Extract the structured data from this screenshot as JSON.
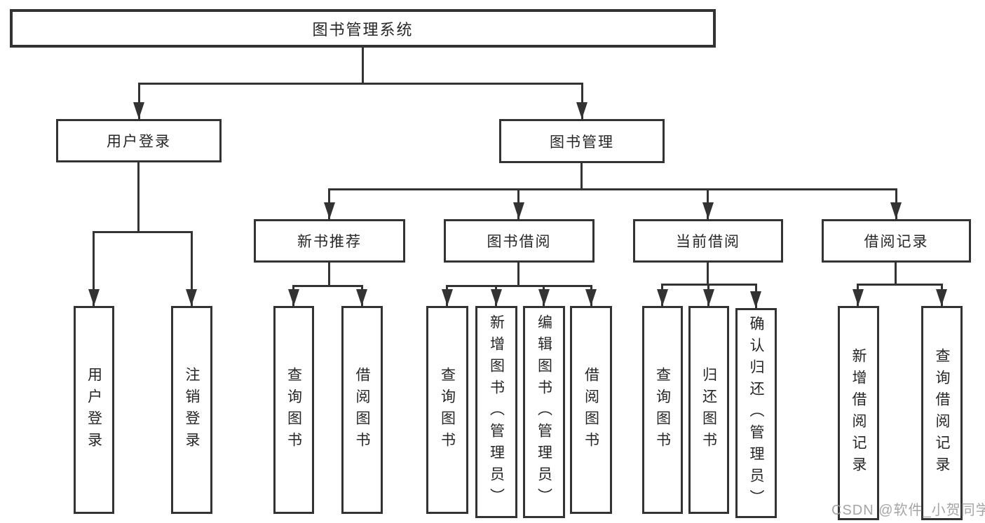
{
  "title": "图书管理系统",
  "watermark": "CSDN @软件_小贺同学",
  "colors": {
    "line": "#333333",
    "text": "#262626",
    "watermark": "#9b9b9b",
    "background": "#ffffff"
  },
  "level2": [
    {
      "label": "用户登录"
    },
    {
      "label": "图书管理"
    }
  ],
  "level3": [
    {
      "label": "新书推荐"
    },
    {
      "label": "图书借阅"
    },
    {
      "label": "当前借阅"
    },
    {
      "label": "借阅记录"
    }
  ],
  "leaves": {
    "user": [
      "用户登录",
      "注销登录"
    ],
    "recommend": [
      "查询图书",
      "借阅图书"
    ],
    "borrow": [
      "查询图书",
      "新增图书（管理员）",
      "编辑图书（管理员）",
      "借阅图书"
    ],
    "current": [
      "查询图书",
      "归还图书",
      "确认归还（管理员）"
    ],
    "records": [
      "新增借阅记录",
      "查询借阅记录"
    ]
  }
}
